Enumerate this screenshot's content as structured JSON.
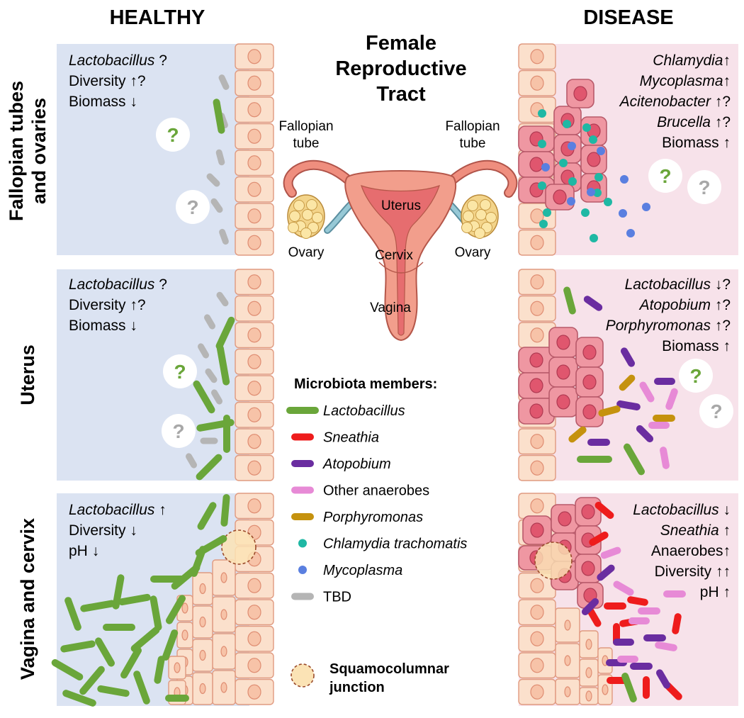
{
  "headers": {
    "healthy": "HEALTHY",
    "disease": "DISEASE"
  },
  "row_labels": {
    "fallopian_line1": "Fallopian tubes",
    "fallopian_line2": "and ovaries",
    "uterus": "Uterus",
    "vagina_cervix": "Vagina and cervix"
  },
  "center": {
    "title_lines": [
      "Female",
      "Reproductive",
      "Tract"
    ],
    "labels": {
      "fallopian_left_1": "Fallopian",
      "fallopian_left_2": "tube",
      "fallopian_right_1": "Fallopian",
      "fallopian_right_2": "tube",
      "uterus": "Uterus",
      "cervix": "Cervix",
      "vagina": "Vagina",
      "ovary_left": "Ovary",
      "ovary_right": "Ovary"
    }
  },
  "healthy": {
    "fallopian": [
      {
        "name": "Lactobacillus",
        "suffix": " ?"
      },
      {
        "name": "Diversity",
        "suffix": " ↑?"
      },
      {
        "name": "Biomass",
        "suffix": " ↓"
      }
    ],
    "uterus": [
      {
        "name": "Lactobacillus",
        "suffix": " ?"
      },
      {
        "name": "Diversity",
        "suffix": " ↑?"
      },
      {
        "name": "Biomass",
        "suffix": " ↓"
      }
    ],
    "vagina": [
      {
        "name": "Lactobacillus",
        "suffix": " ↑"
      },
      {
        "name": "Diversity",
        "suffix": " ↓"
      },
      {
        "name": "pH",
        "suffix": " ↓"
      }
    ]
  },
  "disease": {
    "fallopian": [
      {
        "name": "Chlamydia",
        "suffix": "↑"
      },
      {
        "name": "Mycoplasma",
        "suffix": "↑"
      },
      {
        "name": "Acitenobacter",
        "suffix": " ↑?"
      },
      {
        "name": "Brucella",
        "suffix": " ↑?"
      },
      {
        "name": "Biomass",
        "suffix": " ↑"
      }
    ],
    "uterus": [
      {
        "name": "Lactobacillus",
        "suffix": " ↓?"
      },
      {
        "name": "Atopobium",
        "suffix": " ↑?"
      },
      {
        "name": "Porphyromonas",
        "suffix": " ↑?"
      },
      {
        "name": "Biomass",
        "suffix": " ↑"
      }
    ],
    "vagina": [
      {
        "name": "Lactobacillus",
        "suffix": " ↓"
      },
      {
        "name": "Sneathia",
        "suffix": " ↑"
      },
      {
        "name": "Anaerobes",
        "suffix": "↑"
      },
      {
        "name": "Diversity",
        "suffix": " ↑↑"
      },
      {
        "name": "pH",
        "suffix": " ↑"
      }
    ]
  },
  "question_mark": "?",
  "legend": {
    "title": "Microbiota members:",
    "items": [
      {
        "label": "Lactobacillus",
        "color": "#6aa63a"
      },
      {
        "label": "Sneathia",
        "color": "#ee1c1c"
      },
      {
        "label": "Atopobium",
        "color": "#6a2da0"
      },
      {
        "label": "Other anaerobes",
        "color": "#e78ad6"
      },
      {
        "label": "Porphyromonas",
        "color": "#c5920e"
      },
      {
        "label": "Chlamydia trachomatis",
        "color": "#1fb8a4"
      },
      {
        "label": "Mycoplasma",
        "color": "#5a7fe0"
      },
      {
        "label": "TBD",
        "color": "#b5b5b5"
      }
    ],
    "junction_line1": "Squamocolumnar",
    "junction_line2": "junction"
  },
  "colors": {
    "healthy_bg": "#dbe3f2",
    "disease_bg": "#f7e2ea",
    "epithelium": "#fbe0cc",
    "disease_cell": "#ef97a2",
    "question_green": "#6aa63a",
    "question_gray": "#a8a8a8"
  }
}
